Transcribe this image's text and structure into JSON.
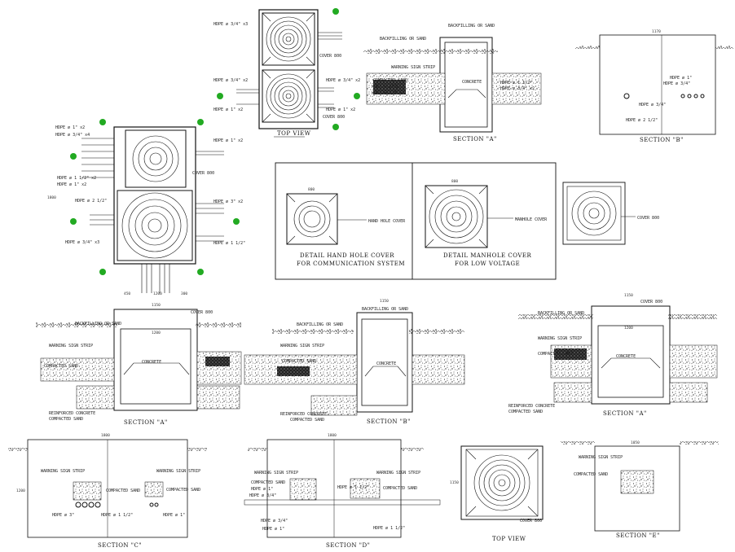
{
  "colors": {
    "line": "#111111",
    "marker": "#22aa22",
    "hatch": "#444444"
  },
  "views": {
    "top_view_1": {
      "title": "TOP VIEW",
      "labels": [
        "HDPE ø 3/4\" x3",
        "HDPE ø 3/4\" x2",
        "HDPE ø 3/4\" x2",
        "HDPE ø 1\" x2",
        "HDPE ø 1\" x2",
        "COVER 800",
        "COVER 800"
      ]
    },
    "section_a_top": {
      "title": "SECTION \"A\"",
      "labels": [
        "BACKFILLING OR SAND",
        "BACKFILLING OR SAND",
        "WARNING SIGN STRIP",
        "COMPACTED SAND",
        "HDPE ø 1\"/2",
        "HDPE ø 3/4\" x2",
        "HDPE ø 1 1/2\"",
        "HDPE ø 3/4\" x2",
        "CONCRETE"
      ]
    },
    "section_b_top": {
      "title": "SECTION \"B\"",
      "labels": [
        "HDPE ø 1\"",
        "HDPE ø 3/4\"",
        "HDPE ø 3/4\"",
        "HDPE ø 2 1/2\"",
        "1170"
      ]
    },
    "plan_main": {
      "labels": [
        "HDPE ø 1\" x2",
        "HDPE ø 3/4\" x4",
        "HDPE ø 1 1/2\" x2",
        "HDPE ø 1\" x2",
        "HDPE ø 1\" x2",
        "COVER 800",
        "HDPE ø 2 1/2\"",
        "HDPE ø 3\" x2",
        "HDPE ø 3/4\" x3",
        "HDPE ø 1 1/2\"",
        "1800",
        "450",
        "1200",
        "300"
      ]
    },
    "detail_box": {
      "left_title": "DETAIL HAND HOLE COVER",
      "left_sub": "FOR COMMUNICATION SYSTEM",
      "left_tag": "HAND HOLE COVER",
      "right_title": "DETAIL MANHOLE COVER",
      "right_sub": "FOR LOW VOLTAGE",
      "right_tag": "MANHOLE COVER",
      "dims": [
        "800",
        "800"
      ]
    },
    "small_cover": {
      "label": "COVER 800"
    },
    "section_a_left": {
      "title": "SECTION \"A\"",
      "labels": [
        "BACKFILLING OR SAND",
        "COVER 800",
        "1150",
        "WARNING SIGN STRIP",
        "COMPACTED SAND",
        "CONCRETE",
        "REINFORCED CONCRETE",
        "COMPACTED SAND",
        "1200"
      ]
    },
    "section_b_mid": {
      "title": "SECTION \"B\"",
      "labels": [
        "BACKFILLING OR SAND",
        "BACKFILLING OR SAND",
        "WARNING SIGN STRIP",
        "COMPACTED SAND",
        "CONCRETE",
        "REINFORCED CONCRETE",
        "COMPACTED SAND",
        "1150"
      ]
    },
    "section_a_right": {
      "title": "SECTION \"A\"",
      "labels": [
        "BACKFILLING OR SAND",
        "COVER 800",
        "WARNING SIGN STRIP",
        "COMPACTED SAND",
        "CONCRETE",
        "REINFORCED CONCRETE",
        "COMPACTED SAND",
        "1150",
        "1200"
      ]
    },
    "section_c": {
      "title": "SECTION \"C\"",
      "labels": [
        "WARNING SIGN STRIP",
        "WARNING SIGN STRIP",
        "COMPACTED SAND",
        "COMPACTED SAND",
        "HDPE ø 3\"",
        "HDPE ø 1 1/2\"",
        "HDPE ø 1\"",
        "1800",
        "1200"
      ]
    },
    "section_d": {
      "title": "SECTION \"D\"",
      "labels": [
        "WARNING SIGN STRIP",
        "WARNING SIGN STRIP",
        "COMPACTED SAND",
        "COMPACTED SAND",
        "HDPE ø 1\"",
        "HDPE ø 3/4\"",
        "HDPE ø 1 1/2\"",
        "HDPE ø 3/4\"",
        "HDPE ø 1\"",
        "HDPE ø 1 1/2\"",
        "1800"
      ]
    },
    "top_view_2": {
      "title": "TOP VIEW",
      "labels": [
        "COVER 800",
        "1150"
      ]
    },
    "section_e": {
      "title": "SECTION \"E\"",
      "labels": [
        "WARNING SIGN STRIP",
        "COMPACTED SAND",
        "1050"
      ]
    }
  }
}
